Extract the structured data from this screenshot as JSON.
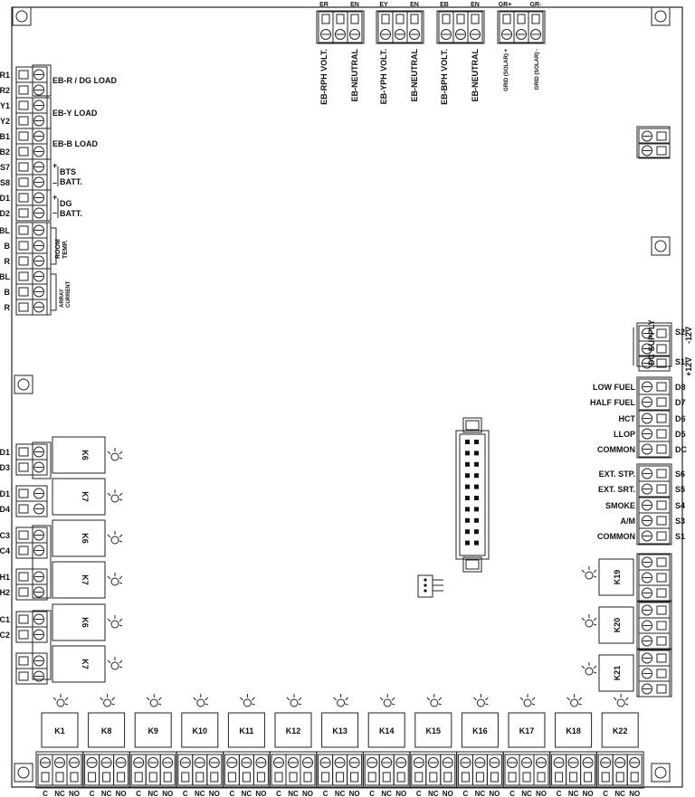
{
  "top_terminals": [
    {
      "code": "ER",
      "label": "EB-RPH VOLT."
    },
    {
      "code": "EN",
      "label": "EB-NEUTRAL"
    },
    {
      "code": "EY",
      "label": "EB-YPH VOLT."
    },
    {
      "code": "EN",
      "label": "EB-NEUTRAL"
    },
    {
      "code": "EB",
      "label": "EB-BPH VOLT."
    },
    {
      "code": "EN",
      "label": "EB-NEUTRAL"
    },
    {
      "code": "GR+",
      "label": "GRID (SOLAR) +"
    },
    {
      "code": "GR-",
      "label": "GRID (SOLAR) -"
    }
  ],
  "left_pins": [
    "R1",
    "R2",
    "Y1",
    "Y2",
    "B1",
    "B2",
    "S7",
    "S8",
    "D1",
    "D2",
    "BL",
    "B",
    "R",
    "BL",
    "B",
    "R"
  ],
  "left_group_labels": {
    "eb_r": "EB-R / DG LOAD",
    "eb_y": "EB-Y LOAD",
    "eb_b": "EB-B LOAD",
    "bts_1": "BTS",
    "bts_2": "BATT.",
    "dg_1": "DG",
    "dg_2": "BATT.",
    "room_1": "ROOM",
    "room_2": "TEMP.",
    "array_1": "ARRAY",
    "array_2": "CURRENT",
    "plus": "+",
    "minus": "–"
  },
  "left_relays": [
    {
      "pins": [
        "D1",
        "D3"
      ],
      "relay": "K6"
    },
    {
      "pins": [
        "D1",
        "D4"
      ],
      "relay": "K7"
    },
    {
      "pins": [
        "C3",
        "C4"
      ],
      "relay": "K6"
    },
    {
      "pins": [
        "H1",
        "H2"
      ],
      "relay": "K7"
    },
    {
      "pins": [
        "C1",
        "C2"
      ],
      "relay": "K6"
    },
    {
      "pins": [
        "",
        ""
      ],
      "relay": "K7"
    }
  ],
  "dc_supply": {
    "title": "DC SUPPLY",
    "pins": [
      "S2",
      "S1"
    ],
    "voltages": [
      "-12V",
      "+12V"
    ]
  },
  "right_inputs_a": [
    {
      "label": "LOW FUEL",
      "pin": "D8"
    },
    {
      "label": "HALF FUEL",
      "pin": "D7"
    },
    {
      "label": "HCT",
      "pin": "D6"
    },
    {
      "label": "LLOP",
      "pin": "D5"
    },
    {
      "label": "COMMON",
      "pin": "DC"
    }
  ],
  "right_inputs_b": [
    {
      "label": "EXT. STP.",
      "pin": "S6"
    },
    {
      "label": "EXT. SRT.",
      "pin": "S5"
    },
    {
      "label": "SMOKE",
      "pin": "S4"
    },
    {
      "label": "A/M",
      "pin": "S3"
    },
    {
      "label": "COMMON",
      "pin": "S1"
    }
  ],
  "right_relays": [
    "K19",
    "K20",
    "K21"
  ],
  "bottom_relays": [
    "K1",
    "K8",
    "K9",
    "K10",
    "K11",
    "K12",
    "K13",
    "K14",
    "K15",
    "K16",
    "K17",
    "K18",
    "K22"
  ],
  "bottom_contacts": [
    "C",
    "NC",
    "NO"
  ]
}
